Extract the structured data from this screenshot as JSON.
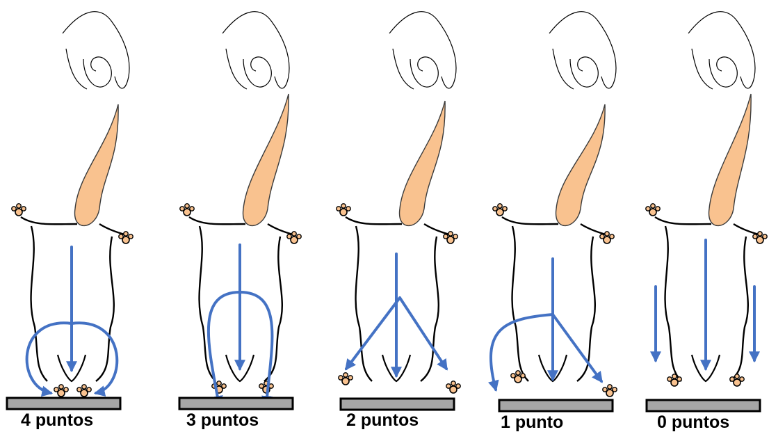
{
  "figure": {
    "colors": {
      "tail": "#f9c28f",
      "tail_outline": "#3a3a3a",
      "paw": "#f9c28f",
      "outline": "#000000",
      "arrow": "#4472c4",
      "platform": "#a6a6a6",
      "platform_outline": "#000000",
      "hand": "#000000"
    },
    "panels": [
      {
        "label": "4 puntos",
        "score": 4,
        "arrow_pattern": "both-hindlimbs-wrap-around"
      },
      {
        "label": "3 puntos",
        "score": 3,
        "arrow_pattern": "both-hindlimbs-down-to-platform"
      },
      {
        "label": "2 puntos",
        "score": 2,
        "arrow_pattern": "hindlimbs-spread-outward"
      },
      {
        "label": "1 punto",
        "score": 1,
        "arrow_pattern": "one-hindlimb-curled"
      },
      {
        "label": "0 puntos",
        "score": 0,
        "arrow_pattern": "straight-down-no-reflex"
      }
    ]
  }
}
